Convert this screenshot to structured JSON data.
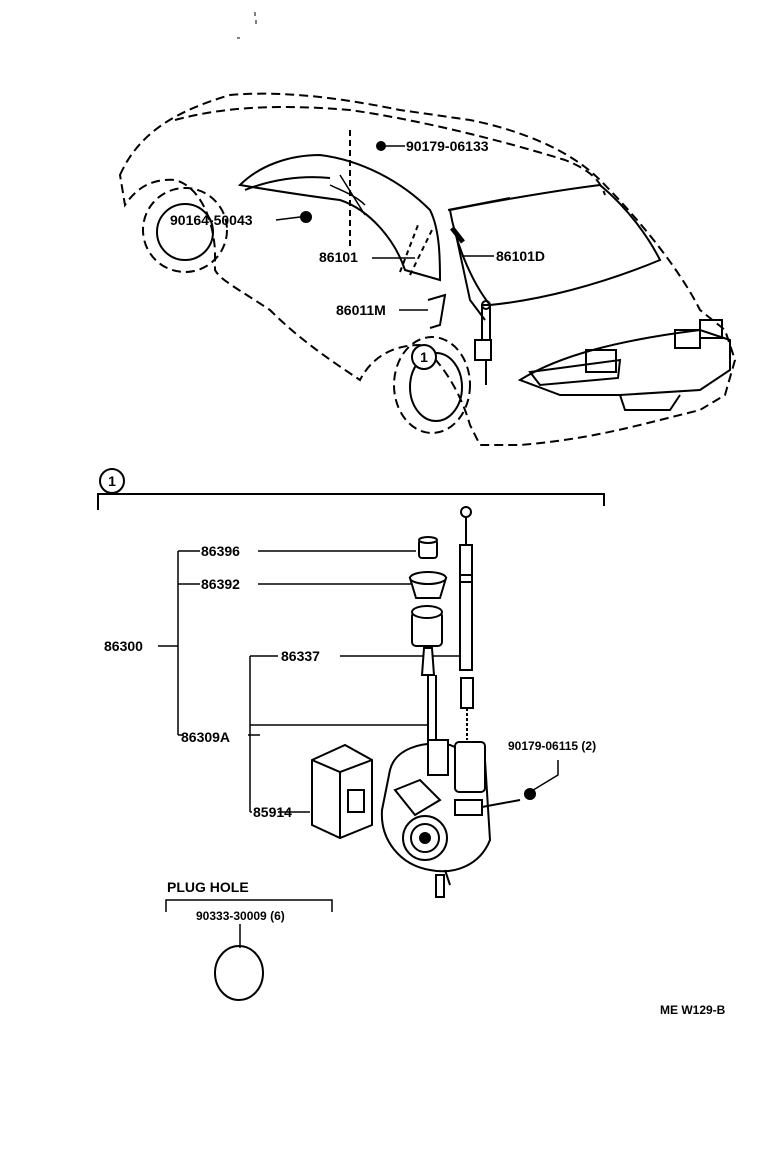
{
  "parts": {
    "p90179_06133": "90179-06133",
    "p90164_50043": "90164-50043",
    "p86101": "86101",
    "p86101D": "86101D",
    "p86011M": "86011M",
    "p86396": "86396",
    "p86392": "86392",
    "p86300": "86300",
    "p86337": "86337",
    "p86309A": "86309A",
    "p85914": "85914",
    "p90179_06115": "90179-06115 (2)"
  },
  "callout": {
    "symbol": "1"
  },
  "plug_hole": {
    "title": "PLUG HOLE",
    "part": "90333-30009 (6)"
  },
  "diagram_code": "ME W129-B"
}
